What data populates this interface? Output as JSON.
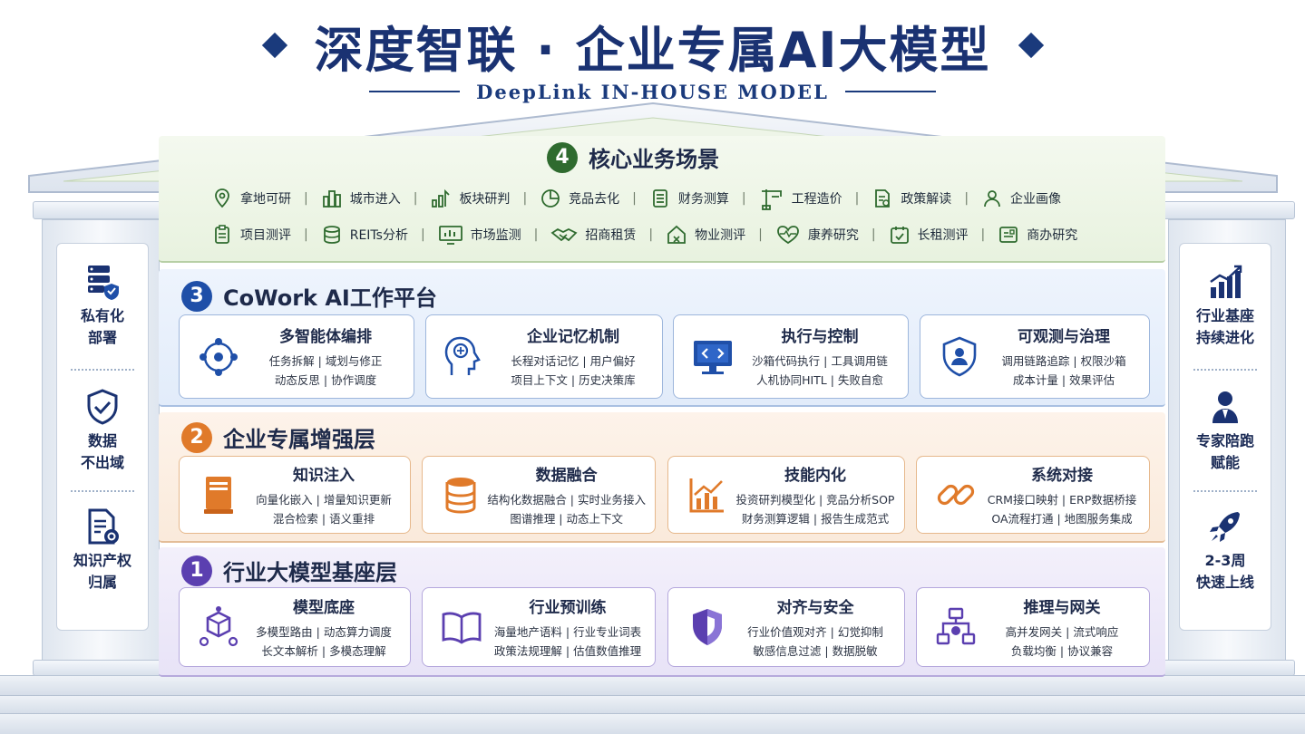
{
  "header": {
    "title": "深度智联 · 企业专属AI大模型",
    "subtitle": "DeepLink IN-HOUSE MODEL"
  },
  "colors": {
    "navy": "#1a3272",
    "green": "#2f6b2f",
    "blue": "#1f4fa8",
    "orange": "#e07a2a",
    "purple": "#5b3fb0"
  },
  "left_pillar": [
    {
      "icon": "server-shield-icon",
      "label": "私有化\n部署"
    },
    {
      "icon": "shield-check-icon",
      "label": "数据\n不出域"
    },
    {
      "icon": "document-badge-icon",
      "label": "知识产权\n归属"
    }
  ],
  "right_pillar": [
    {
      "icon": "growth-chart-icon",
      "label": "行业基座\n持续进化"
    },
    {
      "icon": "expert-person-icon",
      "label": "专家陪跑\n赋能"
    },
    {
      "icon": "rocket-icon",
      "label": "2-3周\n快速上线"
    }
  ],
  "layer4": {
    "number": "4",
    "title": "核心业务场景",
    "row1": [
      {
        "icon": "location-pin-icon",
        "label": "拿地可研"
      },
      {
        "icon": "city-buildings-icon",
        "label": "城市进入"
      },
      {
        "icon": "block-chart-icon",
        "label": "板块研判"
      },
      {
        "icon": "pie-chart-icon",
        "label": "竞品去化"
      },
      {
        "icon": "calculator-icon",
        "label": "财务测算"
      },
      {
        "icon": "crane-icon",
        "label": "工程造价"
      },
      {
        "icon": "policy-document-icon",
        "label": "政策解读"
      },
      {
        "icon": "user-profile-icon",
        "label": "企业画像"
      }
    ],
    "row2": [
      {
        "icon": "clipboard-icon",
        "label": "项目测评"
      },
      {
        "icon": "coin-stack-icon",
        "label": "REITs分析"
      },
      {
        "icon": "monitor-chart-icon",
        "label": "市场监测"
      },
      {
        "icon": "handshake-icon",
        "label": "招商租赁"
      },
      {
        "icon": "house-icon",
        "label": "物业测评"
      },
      {
        "icon": "heart-pulse-icon",
        "label": "康养研究"
      },
      {
        "icon": "calendar-check-icon",
        "label": "长租测评"
      },
      {
        "icon": "office-doc-icon",
        "label": "商办研究"
      }
    ]
  },
  "layer3": {
    "number": "3",
    "title": "CoWork AI工作平台",
    "cards": [
      {
        "icon": "multi-agent-icon",
        "title": "多智能体编排",
        "line1": "任务拆解 | 域划与修正",
        "line2": "动态反思 | 协作调度"
      },
      {
        "icon": "brain-head-icon",
        "title": "企业记忆机制",
        "line1": "长程对话记忆 | 用户偏好",
        "line2": "项目上下文 | 历史决策库"
      },
      {
        "icon": "code-monitor-icon",
        "title": "执行与控制",
        "line1": "沙箱代码执行 | 工具调用链",
        "line2": "人机协同HITL | 失败自愈"
      },
      {
        "icon": "shield-person-icon",
        "title": "可观测与治理",
        "line1": "调用链路追踪 | 权限沙箱",
        "line2": "成本计量 | 效果评估"
      }
    ]
  },
  "layer2": {
    "number": "2",
    "title": "企业专属增强层",
    "cards": [
      {
        "icon": "book-stack-icon",
        "title": "知识注入",
        "line1": "向量化嵌入 | 增量知识更新",
        "line2": "混合检索 | 语义重排"
      },
      {
        "icon": "database-icon",
        "title": "数据融合",
        "line1": "结构化数据融合 | 实时业务接入",
        "line2": "图谱推理 | 动态上下文"
      },
      {
        "icon": "trend-chart-icon",
        "title": "技能内化",
        "line1": "投资研判模型化 | 竞品分析SOP",
        "line2": "财务测算逻辑 | 报告生成范式"
      },
      {
        "icon": "link-icon",
        "title": "系统对接",
        "line1": "CRM接口映射 | ERP数据桥接",
        "line2": "OA流程打通 | 地图服务集成"
      }
    ]
  },
  "layer1": {
    "number": "1",
    "title": "行业大模型基座层",
    "cards": [
      {
        "icon": "cube-network-icon",
        "title": "模型底座",
        "line1": "多模型路由 | 动态算力调度",
        "line2": "长文本解析 | 多模态理解"
      },
      {
        "icon": "open-book-icon",
        "title": "行业预训练",
        "line1": "海量地产语料 | 行业专业词表",
        "line2": "政策法规理解 | 估值数值推理"
      },
      {
        "icon": "security-shield-icon",
        "title": "对齐与安全",
        "line1": "行业价值观对齐 | 幻觉抑制",
        "line2": "敏感信息过滤 | 数据脱敏"
      },
      {
        "icon": "gateway-network-icon",
        "title": "推理与网关",
        "line1": "高并发网关 | 流式响应",
        "line2": "负载均衡 | 协议兼容"
      }
    ]
  }
}
